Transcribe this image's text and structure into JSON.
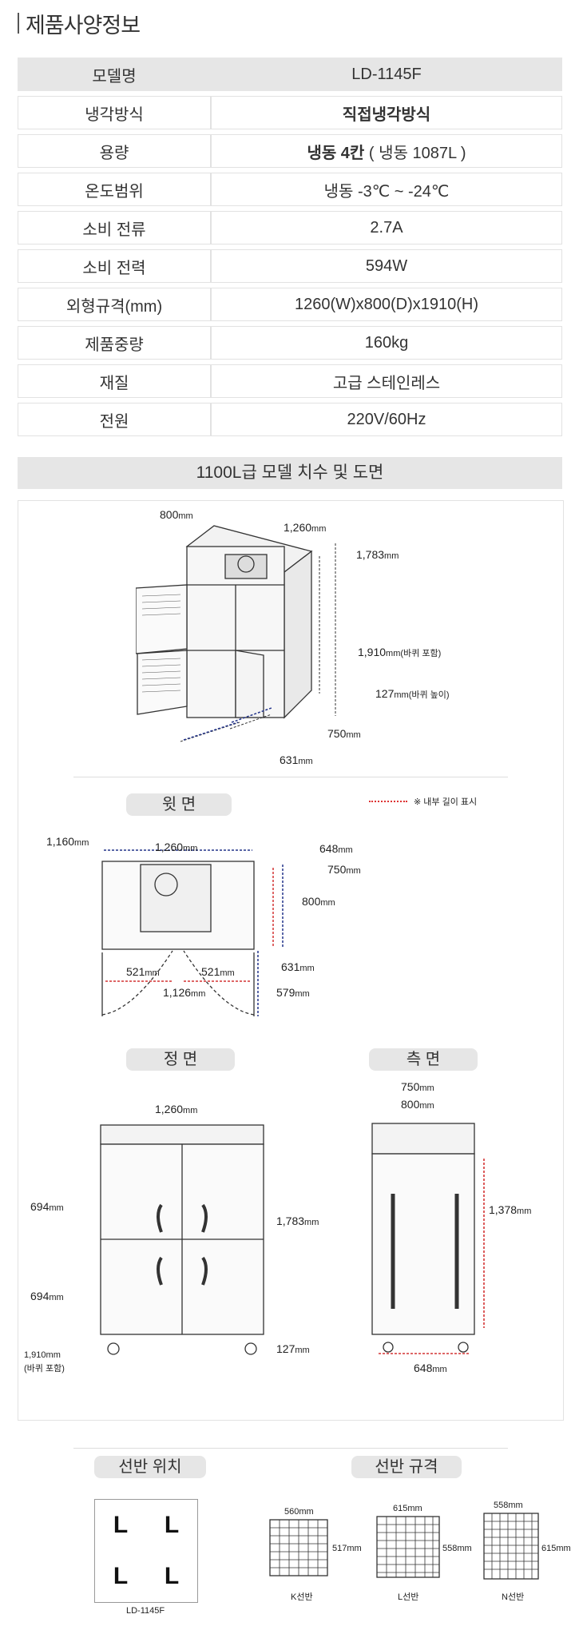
{
  "page_title": "제품사양정보",
  "spec": {
    "header": {
      "key": "모델명",
      "value": "LD-1145F"
    },
    "rows": [
      {
        "key": "냉각방식",
        "value": "직접냉각방식"
      },
      {
        "key": "용량",
        "value_strong": "냉동 4칸",
        "value": "( 냉동 1087L )"
      },
      {
        "key": "온도범위",
        "value": "냉동 -3℃ ~ -24℃"
      },
      {
        "key": "소비 전류",
        "value": "2.7A"
      },
      {
        "key": "소비 전력",
        "value": "594W"
      },
      {
        "key": "외형규격(mm)",
        "value": "1260(W)x800(D)x1910(H)"
      },
      {
        "key": "제품중량",
        "value": "160kg"
      },
      {
        "key": "재질",
        "value": "고급 스테인레스"
      },
      {
        "key": "전원",
        "value": "220V/60Hz"
      }
    ]
  },
  "drawing_section": {
    "title": "1100L급 모델 치수 및 도면",
    "iso": {
      "d800": "800",
      "w1260": "1,260",
      "h1783": "1,783",
      "h1910": "1,910",
      "h1910_note": "(바퀴 포함)",
      "h127": "127",
      "h127_note": "(바퀴 높이)",
      "d750": "750",
      "d631": "631",
      "unit": "mm"
    },
    "top_view": {
      "label": "윗 면",
      "legend": "※ 내부 길이 표시",
      "w1160": "1,160",
      "w1260": "1,260",
      "d648": "648",
      "d750": "750",
      "d800": "800",
      "d631": "631",
      "d579": "579",
      "door521a": "521",
      "door521b": "521",
      "swing1126": "1,126"
    },
    "front_view": {
      "label": "정 면",
      "w1260": "1,260",
      "h694a": "694",
      "h694b": "694",
      "h1783": "1,783",
      "h1910": "1,910",
      "h1910_note": "(바퀴 포함)",
      "h127": "127"
    },
    "side_view": {
      "label": "측 면",
      "d750": "750",
      "d800": "800",
      "h1378": "1,378",
      "d648": "648"
    }
  },
  "shelf_position": {
    "label": "선반 위치",
    "cells": [
      "L",
      "L",
      "L",
      "L"
    ],
    "model": "LD-1145F"
  },
  "shelf_spec": {
    "label": "선반 규격",
    "items": [
      {
        "name": "K선반",
        "w": "560",
        "h": "517"
      },
      {
        "name": "L선반",
        "w": "615",
        "h": "558"
      },
      {
        "name": "N선반",
        "w": "558",
        "h": "615"
      }
    ],
    "unit": "mm"
  },
  "colors": {
    "accent": "#3aa3a8",
    "inner_dim": "#d33333",
    "outer_dim": "#22338a"
  }
}
